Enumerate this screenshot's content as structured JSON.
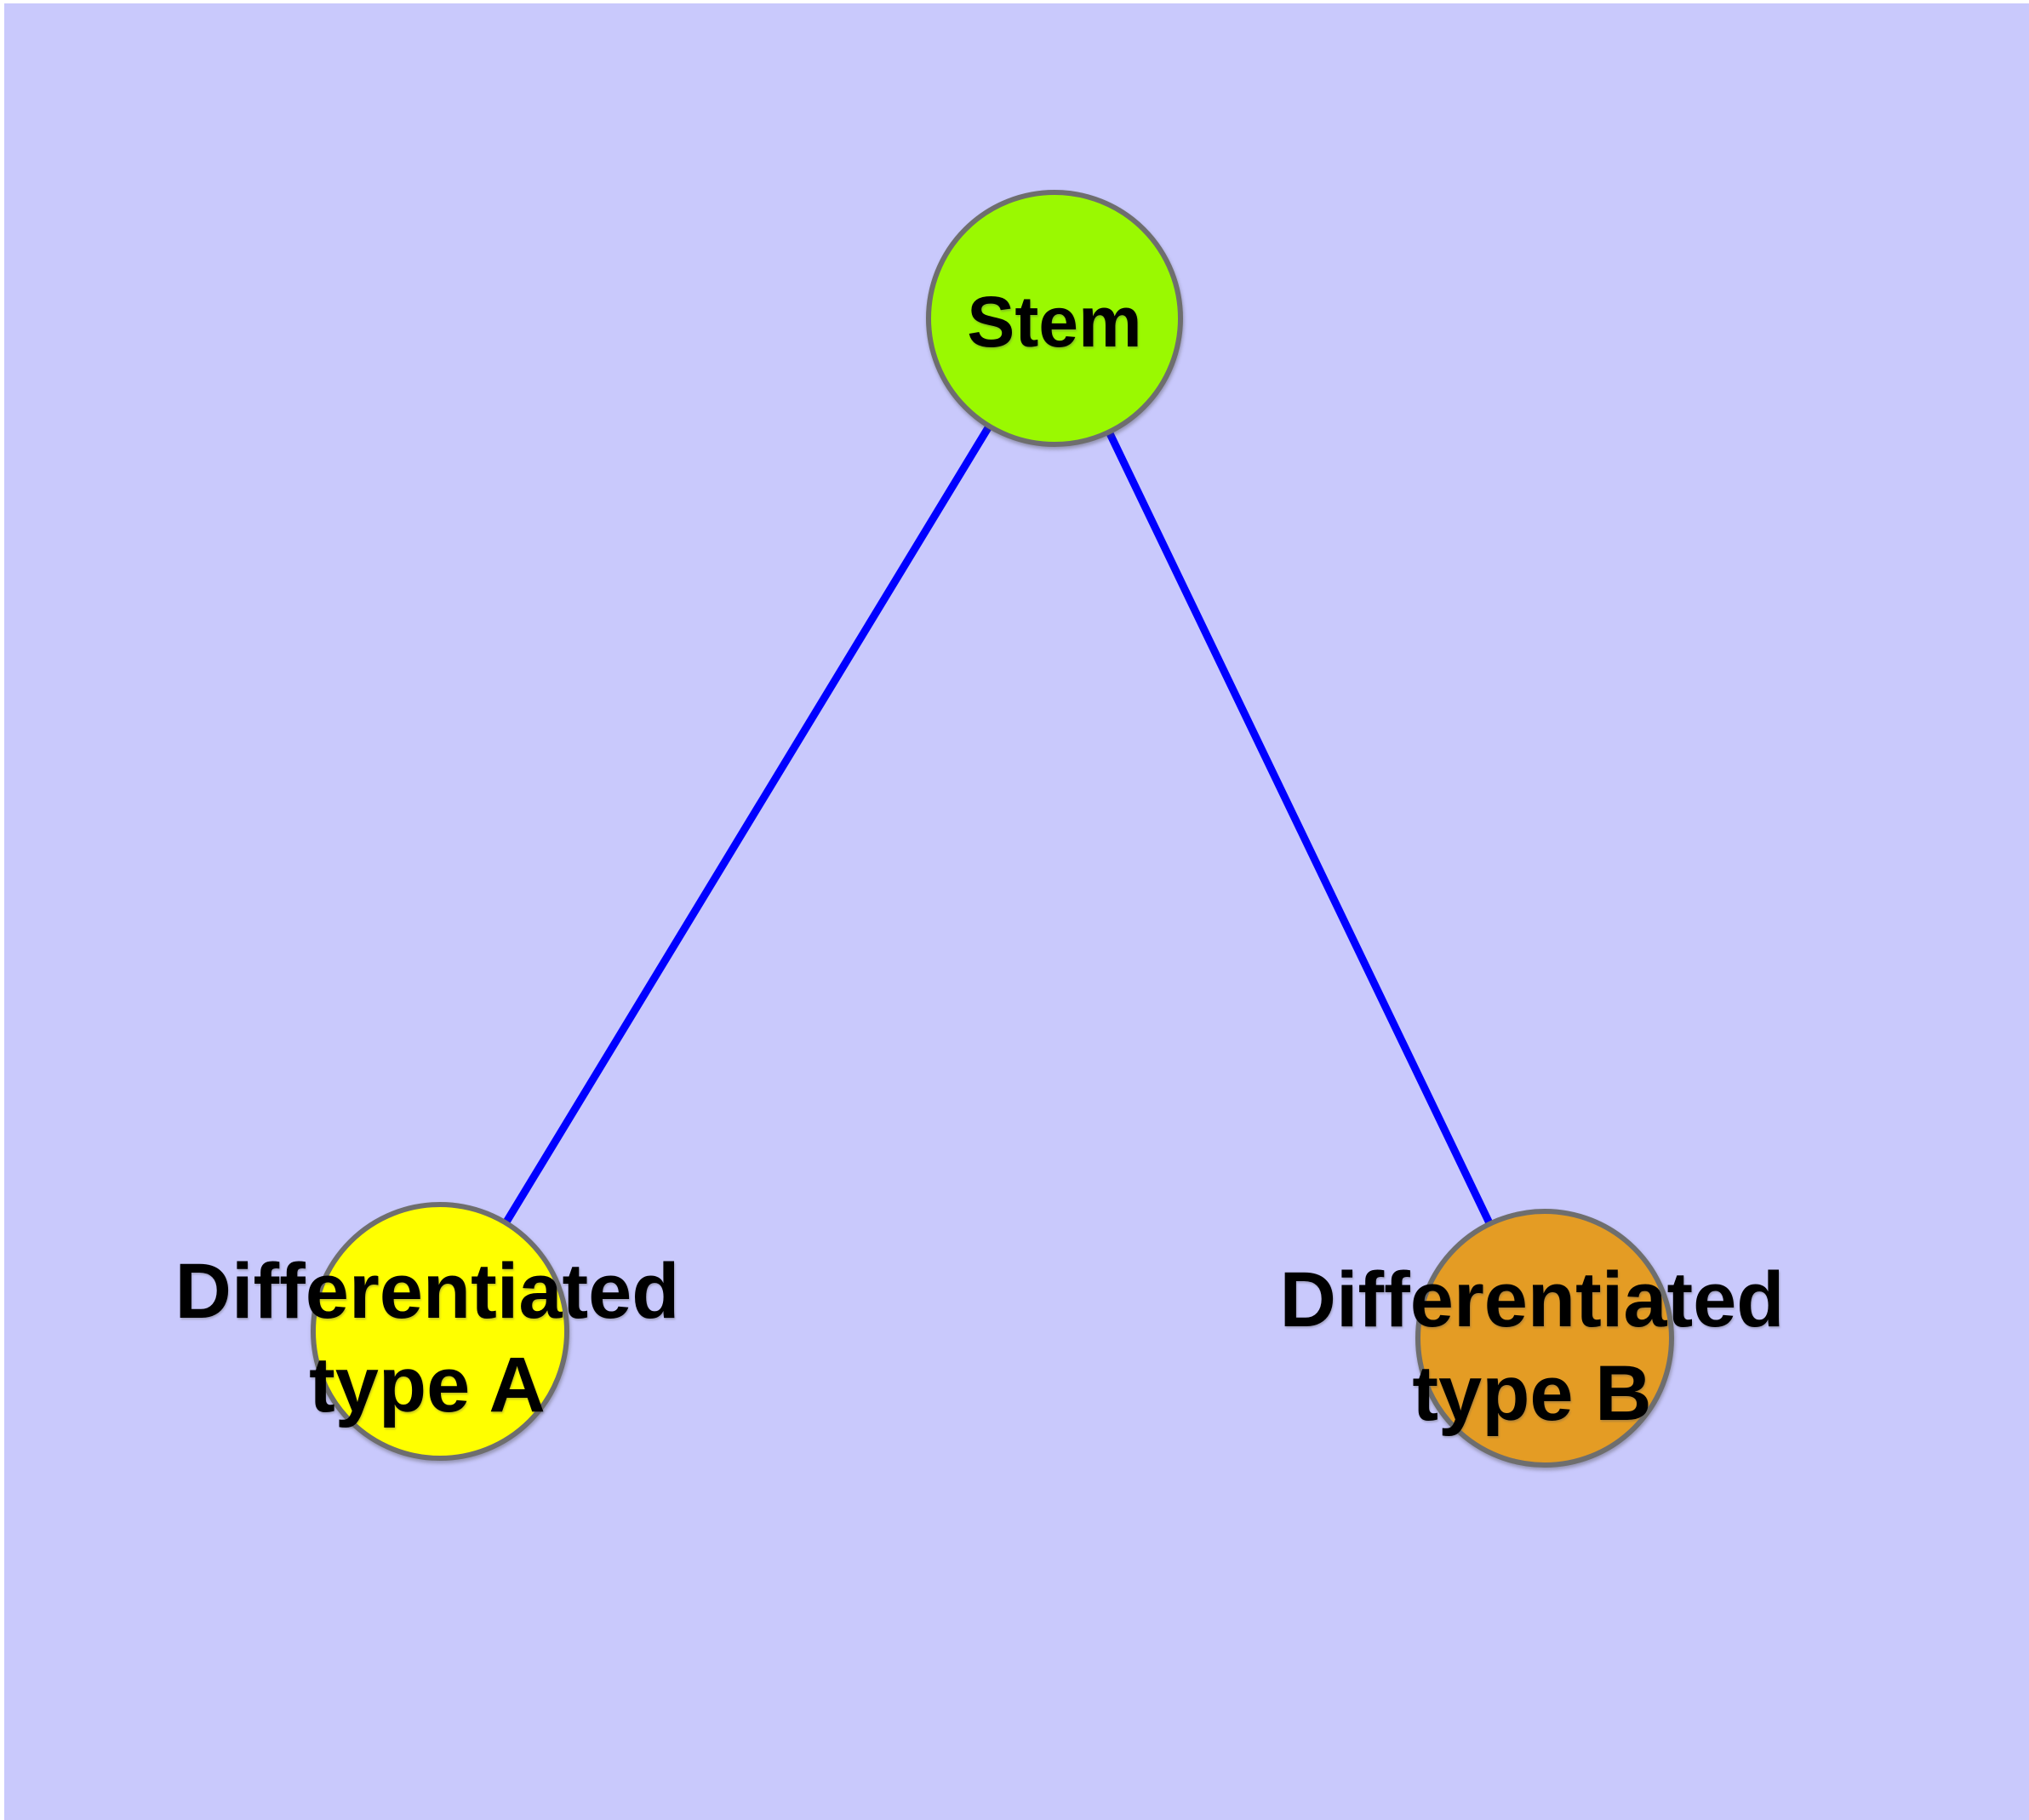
{
  "diagram": {
    "type": "node-link-tree",
    "background_color": "#C9C9FC",
    "edge_color": "#0000FF",
    "node_border_color": "#6E6E6E",
    "text_color": "#000000",
    "nodes": {
      "stem": {
        "label": "Stem",
        "fill": "#9AF901"
      },
      "type_a": {
        "label": "Differentiated type A",
        "label_lines": [
          "Differentiated",
          "type A"
        ],
        "fill": "#FFFF00"
      },
      "type_b": {
        "label": "Differentiated type B",
        "label_lines": [
          "Differentiated",
          "type B"
        ],
        "fill": "#E49C24"
      }
    },
    "edges": [
      {
        "from": "Stem",
        "to": "Differentiated type A"
      },
      {
        "from": "Stem",
        "to": "Differentiated type B"
      }
    ]
  }
}
